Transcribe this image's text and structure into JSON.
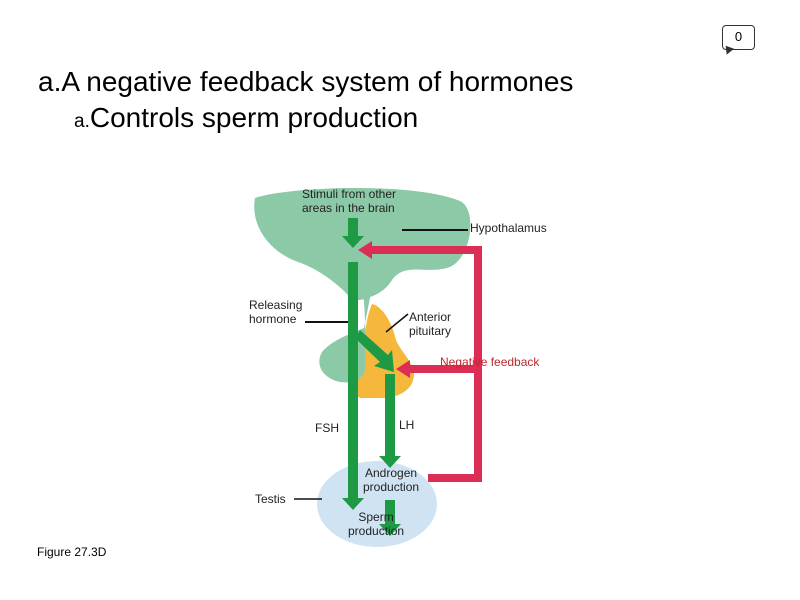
{
  "slide": {
    "badge": "0",
    "title_marker": "a.",
    "title": "A negative feedback system of hormones",
    "subtitle_marker": "a.",
    "subtitle": "Controls sperm production",
    "caption": "Figure 27.3D"
  },
  "diagram": {
    "labels": {
      "stimuli": "Stimuli from other\nareas in the brain",
      "hypothalamus": "Hypothalamus",
      "releasing_hormone": "Releasing\nhormone",
      "anterior_pituitary": "Anterior\npituitary",
      "negative_feedback": "Negative feedback",
      "fsh": "FSH",
      "lh": "LH",
      "androgen_production": "Androgen\nproduction",
      "testis": "Testis",
      "sperm_production": "Sperm\nproduction"
    },
    "colors": {
      "hormone_arrow": "#1e9a44",
      "feedback_arrow": "#dc2d55",
      "brain": "#8cc9a6",
      "pituitary": "#f5b83d",
      "testis": "#cfe3f2"
    }
  }
}
